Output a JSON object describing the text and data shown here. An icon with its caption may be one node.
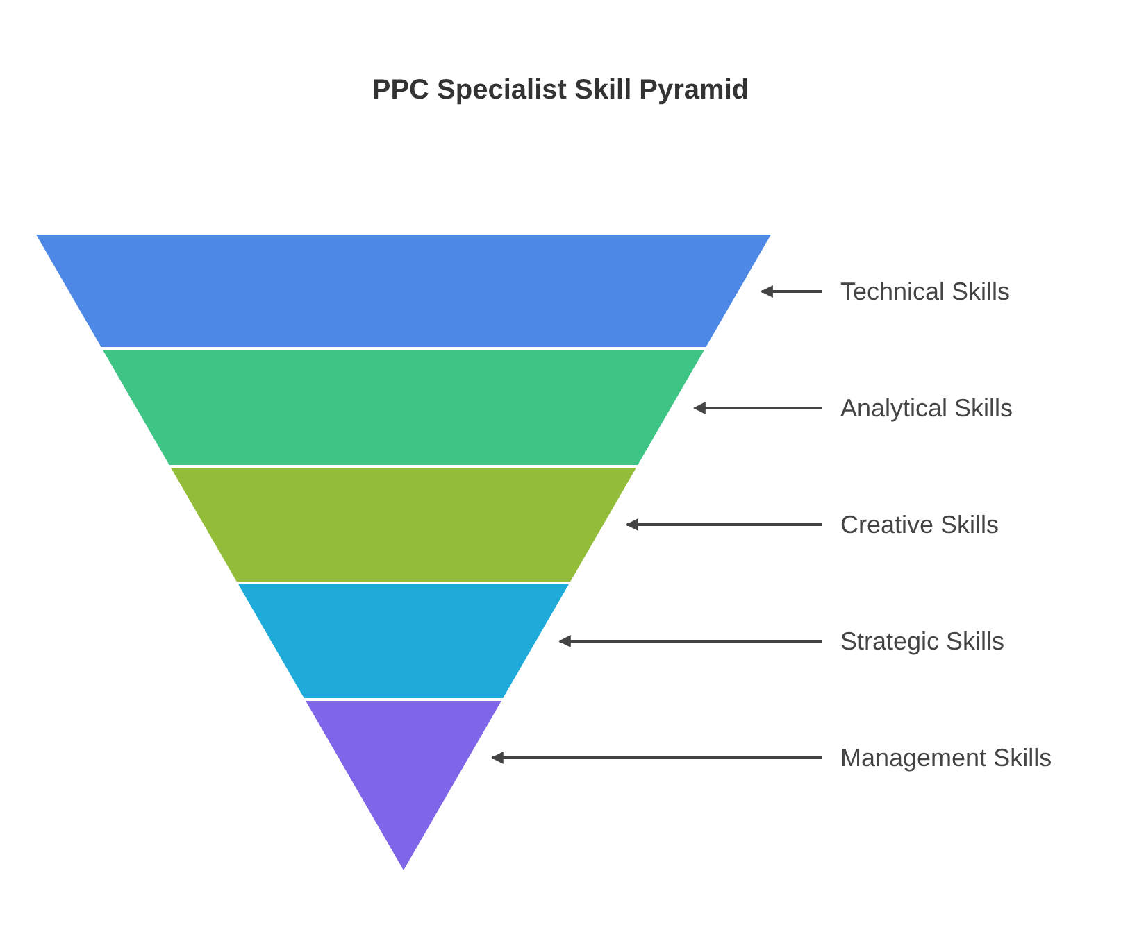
{
  "diagram": {
    "title": "PPC Specialist Skill Pyramid",
    "nodes": [
      {
        "text": [],
        "shape": "trapezoid"
      },
      {
        "text": [],
        "shape": "trapezoid"
      },
      {
        "text": [],
        "shape": "trapezoid"
      },
      {
        "text": [],
        "shape": "trapezoid"
      },
      {
        "text": [],
        "shape": "triangle"
      },
      {
        "text": [
          "Technical Skills"
        ]
      },
      {
        "text": [
          "Analytical Skills"
        ]
      },
      {
        "text": [
          "Creative Skills"
        ]
      },
      {
        "text": [
          "Strategic Skills"
        ]
      },
      {
        "text": [
          "Management Skills"
        ]
      }
    ],
    "edges": [
      {
        "from": 5,
        "to": 0,
        "arrow": "to"
      },
      {
        "from": 6,
        "to": 1,
        "arrow": "to"
      },
      {
        "from": 7,
        "to": 2,
        "arrow": "to"
      },
      {
        "from": 8,
        "to": 3,
        "arrow": "to"
      },
      {
        "from": 9,
        "to": 4,
        "arrow": "to"
      }
    ]
  }
}
